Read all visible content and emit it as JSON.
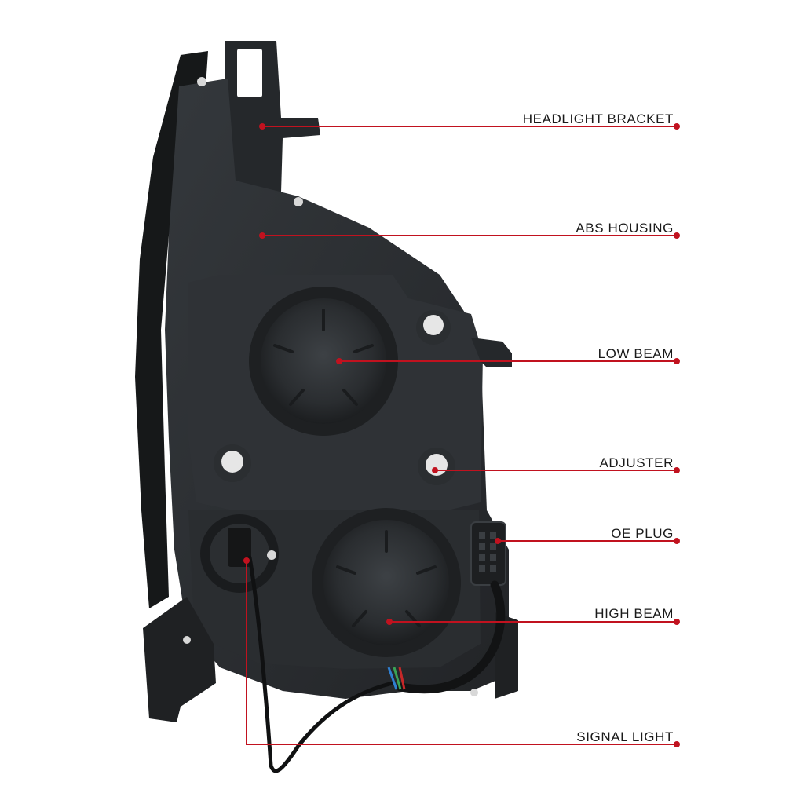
{
  "colors": {
    "leader_line": "#c1121f",
    "housing_dark": "#1b1d1f",
    "housing_mid": "#2b2e31",
    "housing_light": "#3a3e42",
    "screw_white": "#e6e6e6",
    "background": "#ffffff"
  },
  "subject": "headlight-assembly-rear-view",
  "callouts": [
    {
      "id": "headlight-bracket",
      "label": "HEADLIGHT BRACKET"
    },
    {
      "id": "abs-housing",
      "label": "ABS HOUSING"
    },
    {
      "id": "low-beam",
      "label": "LOW BEAM"
    },
    {
      "id": "adjuster",
      "label": "ADJUSTER"
    },
    {
      "id": "oe-plug",
      "label": "OE PLUG"
    },
    {
      "id": "high-beam",
      "label": "HIGH BEAM"
    },
    {
      "id": "signal-light",
      "label": "SIGNAL LIGHT"
    }
  ]
}
